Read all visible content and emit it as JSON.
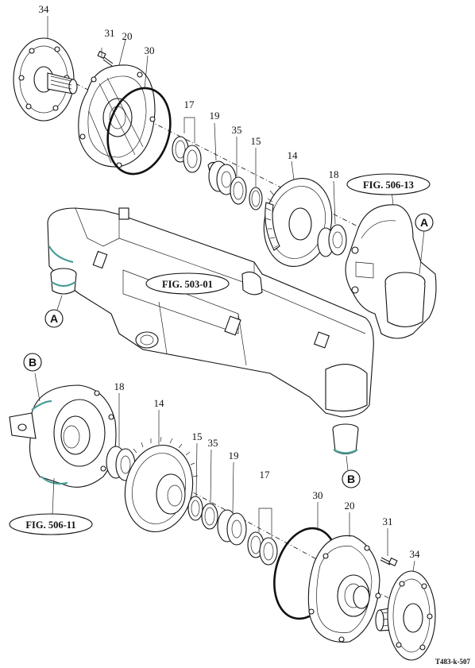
{
  "diagram": {
    "part_numbers": {
      "p34_top": "34",
      "p31_top": "31",
      "p20_top": "20",
      "p30_top": "30",
      "p17_top": "17",
      "p19_top": "19",
      "p35_top": "35",
      "p15_top": "15",
      "p14_top": "14",
      "p18_top": "18",
      "p18_bot": "18",
      "p14_bot": "14",
      "p15_bot": "15",
      "p35_bot": "35",
      "p19_bot": "19",
      "p17_bot": "17",
      "p30_bot": "30",
      "p20_bot": "20",
      "p31_bot": "31",
      "p34_bot": "34"
    },
    "figure_refs": {
      "fig_506_13": "FIG. 506-13",
      "fig_503_01": "FIG. 503-01",
      "fig_506_11": "FIG. 506-11"
    },
    "markers": {
      "a_left": "A",
      "a_right": "A",
      "b_left": "B",
      "b_right": "B"
    },
    "drawing_code": "T483-k-507"
  }
}
